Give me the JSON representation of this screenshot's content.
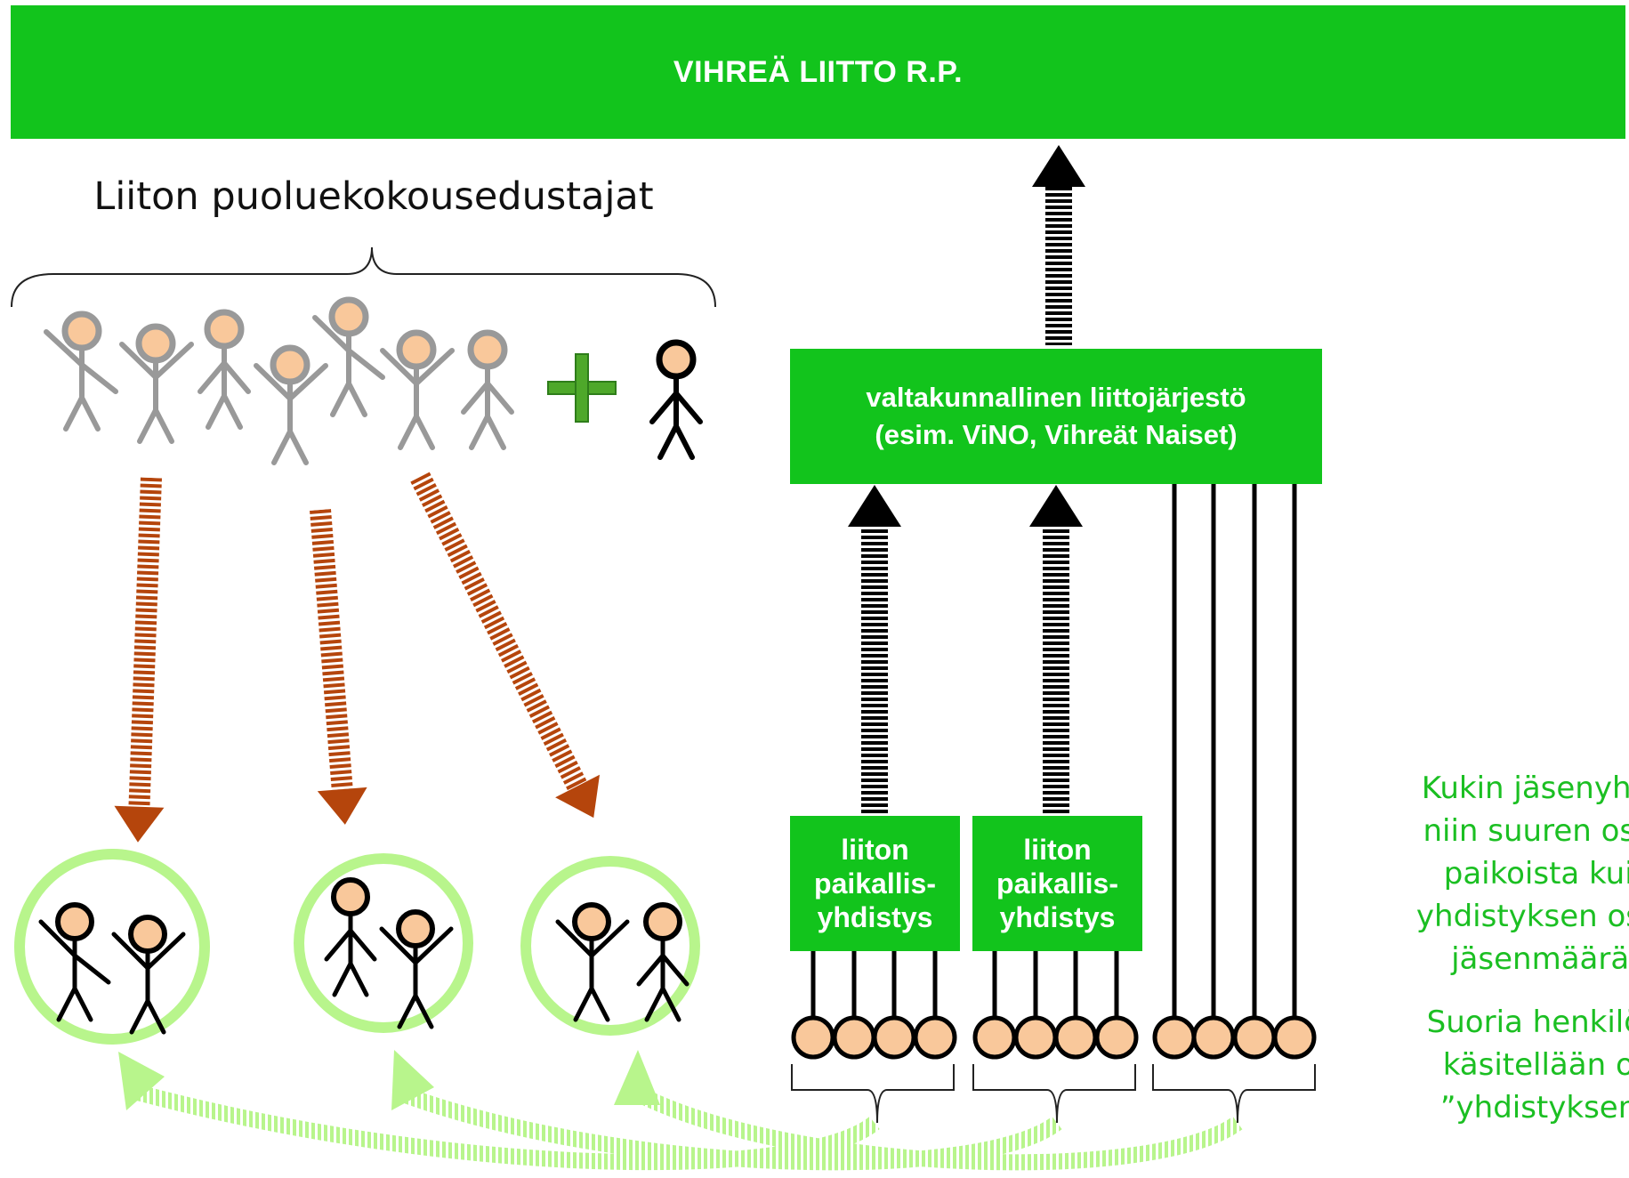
{
  "banner": {
    "text": "VIHREÄ LIITTO R.P."
  },
  "delegates": {
    "title": "Liiton puoluekokousedustajat"
  },
  "national_org": {
    "line1": "valtakunnallinen liittojärjestö",
    "line2": "(esim. ViNO, Vihreät Naiset)"
  },
  "local_associations": [
    {
      "line1": "liiton",
      "line2": "paikallis-",
      "line3": "yhdistys"
    },
    {
      "line1": "liiton",
      "line2": "paikallis-",
      "line3": "yhdistys"
    }
  ],
  "side_note": {
    "para1": [
      "Kukin jäsenyhdis",
      "niin suuren osan",
      "paikoista kuin",
      "yhdistyksen osuu",
      "jäsenmääräs"
    ],
    "para2": [
      "Suoria henkilöjä",
      "käsitellään on",
      "”yhdistyksenä"
    ]
  },
  "colors": {
    "green": "#12c41c",
    "light_green": "#b8f58c",
    "brown": "#b5450c",
    "grey": "#999999",
    "skin": "#f9c89b",
    "text_green": "#1bbf22"
  }
}
